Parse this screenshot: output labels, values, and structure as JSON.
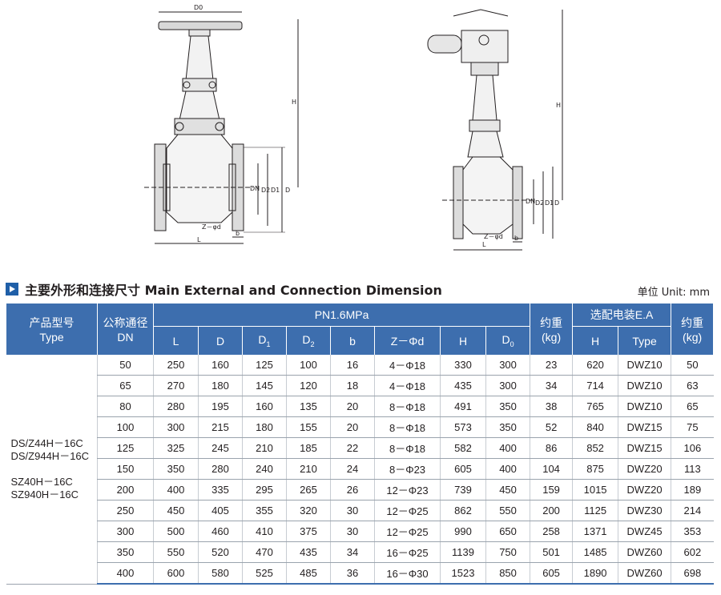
{
  "drawings": {
    "manual": {
      "labels": {
        "top_diameter": "D0",
        "height": "H",
        "dn": "DN",
        "d2": "D2",
        "d1": "D1",
        "d": "D",
        "bolts": "Z－φd",
        "b": "b",
        "l": "L"
      }
    },
    "electric": {
      "labels": {
        "height": "H",
        "dn": "DN",
        "d2": "D2",
        "d1": "D1",
        "d": "D",
        "bolts": "Z－φd",
        "b": "b",
        "l": "L"
      }
    }
  },
  "section": {
    "title": "主要外形和连接尺寸 Main External and Connection Dimension",
    "unit": "单位 Unit: mm"
  },
  "table": {
    "head": {
      "type_cn": "产品型号",
      "type_en": "Type",
      "dn_cn": "公称通径",
      "dn_en": "DN",
      "pn": "PN1.6MPa",
      "weight_cn": "约重",
      "weight_unit": "(kg)",
      "ea": "选配电装E.A",
      "weight2_cn": "约重",
      "weight2_unit": "(kg)",
      "L": "L",
      "D": "D",
      "D1_base": "D",
      "D1_sub": "1",
      "D2_base": "D",
      "D2_sub": "2",
      "b": "b",
      "z": "Z－Φd",
      "H": "H",
      "D0_base": "D",
      "D0_sub": "0",
      "ea_H": "H",
      "ea_type": "Type"
    },
    "types": [
      "DS/Z44H－16C",
      "DS/Z944H－16C",
      "SZ40H－16C",
      "SZ940H－16C"
    ],
    "rows": [
      [
        "50",
        "250",
        "160",
        "125",
        "100",
        "16",
        "4－Φ18",
        "330",
        "300",
        "23",
        "620",
        "DWZ10",
        "50"
      ],
      [
        "65",
        "270",
        "180",
        "145",
        "120",
        "18",
        "4－Φ18",
        "435",
        "300",
        "34",
        "714",
        "DWZ10",
        "63"
      ],
      [
        "80",
        "280",
        "195",
        "160",
        "135",
        "20",
        "8－Φ18",
        "491",
        "350",
        "38",
        "765",
        "DWZ10",
        "65"
      ],
      [
        "100",
        "300",
        "215",
        "180",
        "155",
        "20",
        "8－Φ18",
        "573",
        "350",
        "52",
        "840",
        "DWZ15",
        "75"
      ],
      [
        "125",
        "325",
        "245",
        "210",
        "185",
        "22",
        "8－Φ18",
        "582",
        "400",
        "86",
        "852",
        "DWZ15",
        "106"
      ],
      [
        "150",
        "350",
        "280",
        "240",
        "210",
        "24",
        "8－Φ23",
        "605",
        "400",
        "104",
        "875",
        "DWZ20",
        "113"
      ],
      [
        "200",
        "400",
        "335",
        "295",
        "265",
        "26",
        "12－Φ23",
        "739",
        "450",
        "159",
        "1015",
        "DWZ20",
        "189"
      ],
      [
        "250",
        "450",
        "405",
        "355",
        "320",
        "30",
        "12－Φ25",
        "862",
        "550",
        "200",
        "1125",
        "DWZ30",
        "214"
      ],
      [
        "300",
        "500",
        "460",
        "410",
        "375",
        "30",
        "12－Φ25",
        "990",
        "650",
        "258",
        "1371",
        "DWZ45",
        "353"
      ],
      [
        "350",
        "550",
        "520",
        "470",
        "435",
        "34",
        "16－Φ25",
        "1139",
        "750",
        "501",
        "1485",
        "DWZ60",
        "602"
      ],
      [
        "400",
        "600",
        "580",
        "525",
        "485",
        "36",
        "16－Φ30",
        "1523",
        "850",
        "605",
        "1890",
        "DWZ60",
        "698"
      ]
    ]
  }
}
